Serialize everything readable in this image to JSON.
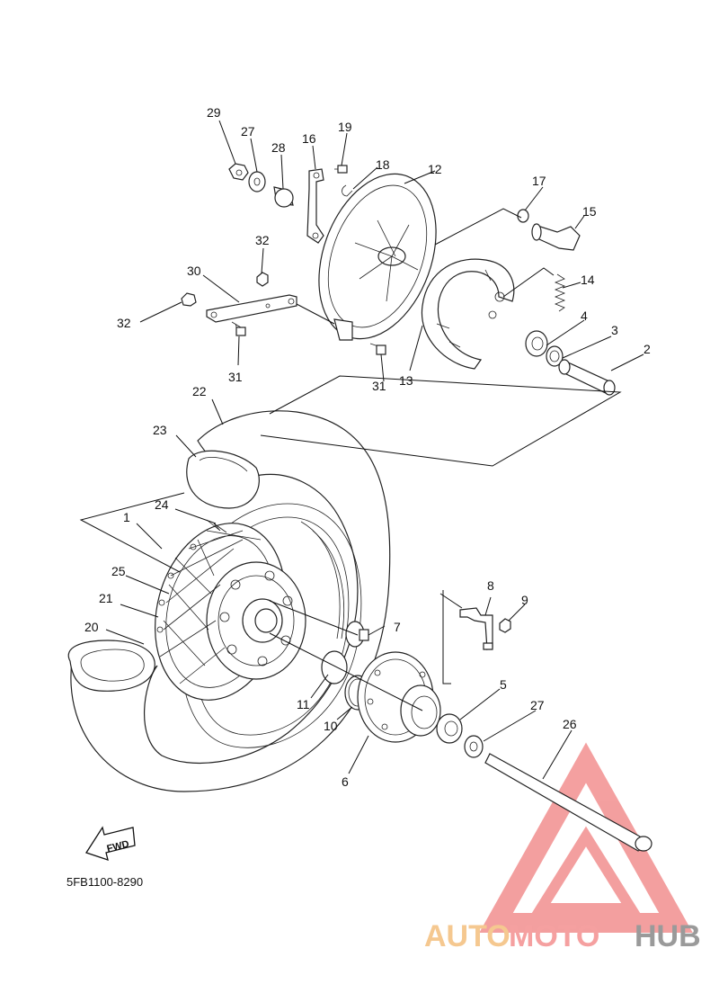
{
  "diagram": {
    "code": "5FB1100-8290",
    "fwd_label": "FWD",
    "parts": [
      {
        "id": "p1",
        "label": "1"
      },
      {
        "id": "p2",
        "label": "2"
      },
      {
        "id": "p3",
        "label": "3"
      },
      {
        "id": "p4",
        "label": "4"
      },
      {
        "id": "p5",
        "label": "5"
      },
      {
        "id": "p6",
        "label": "6"
      },
      {
        "id": "p7",
        "label": "7"
      },
      {
        "id": "p8",
        "label": "8"
      },
      {
        "id": "p9",
        "label": "9"
      },
      {
        "id": "p10",
        "label": "10"
      },
      {
        "id": "p11",
        "label": "11"
      },
      {
        "id": "p12",
        "label": "12"
      },
      {
        "id": "p13",
        "label": "13"
      },
      {
        "id": "p14",
        "label": "14"
      },
      {
        "id": "p15",
        "label": "15"
      },
      {
        "id": "p16",
        "label": "16"
      },
      {
        "id": "p17",
        "label": "17"
      },
      {
        "id": "p18",
        "label": "18"
      },
      {
        "id": "p19",
        "label": "19"
      },
      {
        "id": "p20",
        "label": "20"
      },
      {
        "id": "p21",
        "label": "21"
      },
      {
        "id": "p22",
        "label": "22"
      },
      {
        "id": "p23",
        "label": "23"
      },
      {
        "id": "p24",
        "label": "24"
      },
      {
        "id": "p25",
        "label": "25"
      },
      {
        "id": "p26",
        "label": "26"
      },
      {
        "id": "p27a",
        "label": "27"
      },
      {
        "id": "p27b",
        "label": "27"
      },
      {
        "id": "p28",
        "label": "28"
      },
      {
        "id": "p29",
        "label": "29"
      },
      {
        "id": "p30",
        "label": "30"
      },
      {
        "id": "p31a",
        "label": "31"
      },
      {
        "id": "p31b",
        "label": "31"
      },
      {
        "id": "p32a",
        "label": "32"
      },
      {
        "id": "p32b",
        "label": "32"
      }
    ]
  },
  "watermark": {
    "part1": "AUTO",
    "part2": "MOTO",
    "part3": "HUB",
    "color1": "#f5c890",
    "color2": "#f5a0a0",
    "color3": "#9a9a9a",
    "logo_color": "#f08080"
  }
}
